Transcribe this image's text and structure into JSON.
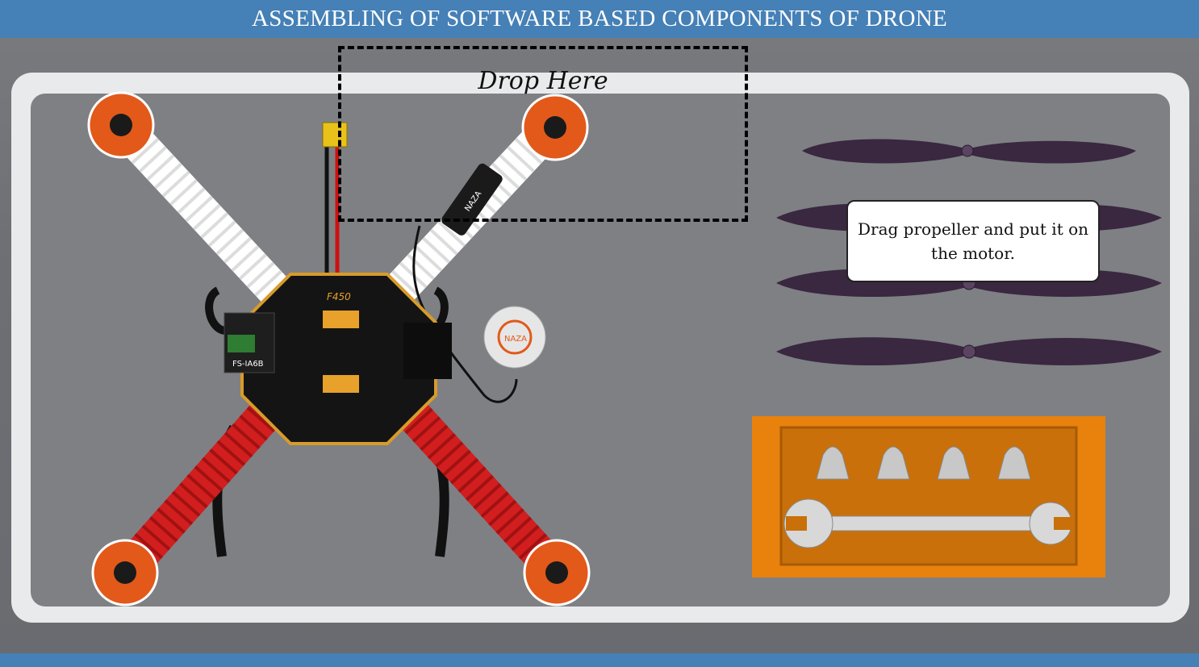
{
  "header": {
    "title": "ASSEMBLING OF SOFTWARE BASED COMPONENTS OF DRONE"
  },
  "drop_zone": {
    "label": "Drop Here"
  },
  "tooltip": {
    "text": "Drag propeller and put it on the motor."
  },
  "drone": {
    "frame_label": "F450",
    "receiver_label": "FS-IA6B",
    "gps_label": "NAZA"
  },
  "colors": {
    "header": "#4580b6",
    "propeller": "#3a2740",
    "motor": "#e2591a",
    "arm_white": "#ffffff",
    "arm_red": "#d21e1e",
    "toolbox": "#e8820d"
  },
  "propellers": [
    "propeller-1",
    "propeller-2",
    "propeller-3",
    "propeller-4"
  ]
}
